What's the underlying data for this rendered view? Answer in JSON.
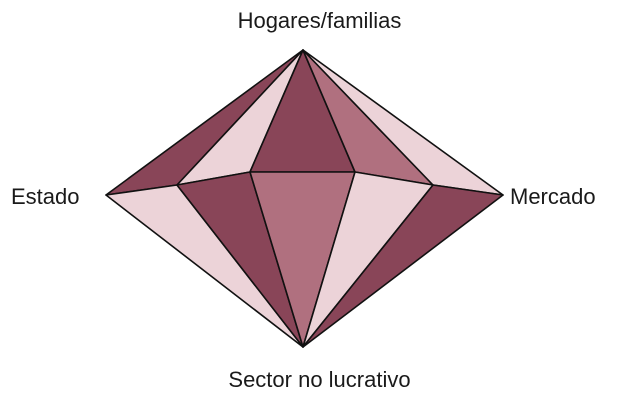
{
  "labels": {
    "top": "Hogares/familias",
    "left": "Estado",
    "right": "Mercado",
    "bottom": "Sector no lucrativo"
  },
  "colors": {
    "dark": "#894558",
    "medium": "#b0707f",
    "light": "#ecd3d8",
    "outline": "#111111"
  }
}
